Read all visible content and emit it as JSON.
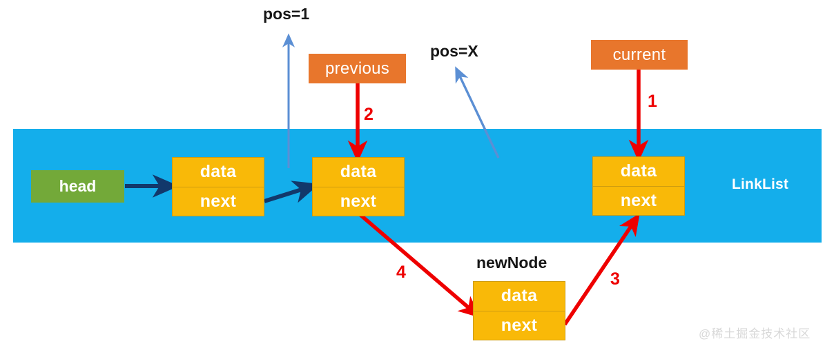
{
  "diagram": {
    "title_label": "LinkList",
    "container": {
      "label": "LinkList",
      "color": "#14AEEB"
    },
    "head": {
      "label": "head",
      "color": "#73A939"
    },
    "pointers": [
      {
        "name": "previous",
        "label": "previous",
        "color": "#E8762C"
      },
      {
        "name": "current",
        "label": "current",
        "color": "#E8762C"
      }
    ],
    "nodes": [
      {
        "id": "node-1",
        "data_label": "data",
        "next_label": "next",
        "color": "#F9B908"
      },
      {
        "id": "node-2",
        "data_label": "data",
        "next_label": "next",
        "color": "#F9B908"
      },
      {
        "id": "node-3",
        "data_label": "data",
        "next_label": "next",
        "color": "#F9B908"
      },
      {
        "id": "node-new",
        "data_label": "data",
        "next_label": "next",
        "color": "#F9B908"
      }
    ],
    "new_node_label": "newNode",
    "position_labels": [
      {
        "name": "pos-1",
        "label": "pos=1"
      },
      {
        "name": "pos-x",
        "label": "pos=X"
      }
    ],
    "steps": [
      {
        "n": "1",
        "label": "1",
        "color": "#EE0000"
      },
      {
        "n": "2",
        "label": "2",
        "color": "#EE0000"
      },
      {
        "n": "3",
        "label": "3",
        "color": "#EE0000"
      },
      {
        "n": "4",
        "label": "4",
        "color": "#EE0000"
      }
    ],
    "arrow_colors": {
      "link": "#12386B",
      "step": "#EE0000",
      "position": "#5B8FD4"
    },
    "watermark": "@稀土掘金技术社区"
  }
}
